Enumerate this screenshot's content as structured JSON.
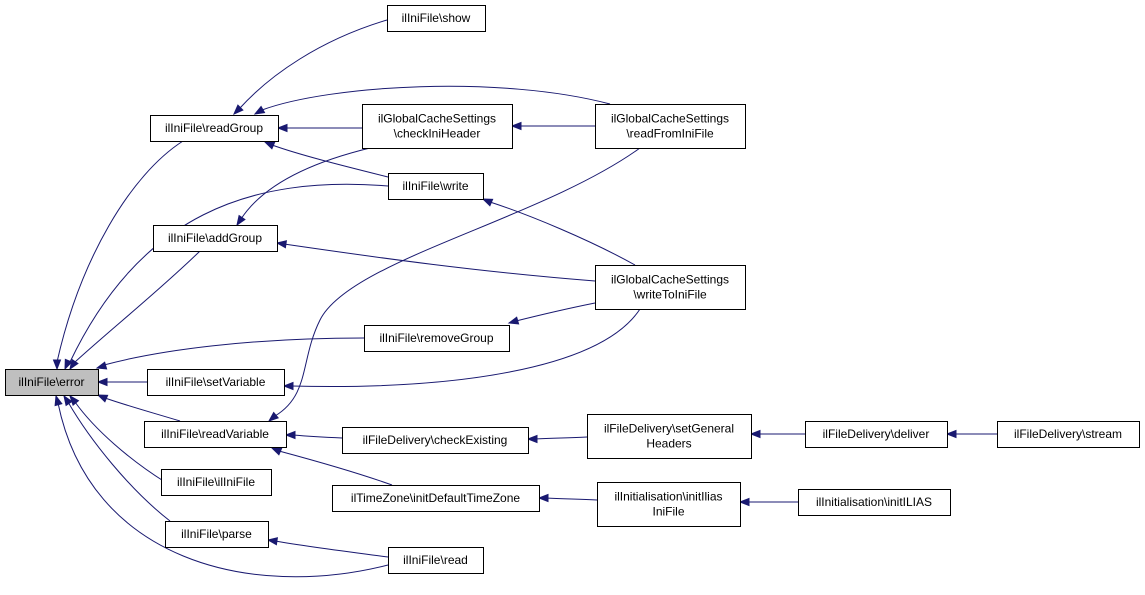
{
  "graph": {
    "edge_color": "#191970",
    "root_fill": "#bfbfbf",
    "nodes": [
      {
        "id": "error",
        "lines": [
          "ilIniFile\\error"
        ],
        "root": true
      },
      {
        "id": "show",
        "lines": [
          "ilIniFile\\show"
        ]
      },
      {
        "id": "readGroup",
        "lines": [
          "ilIniFile\\readGroup"
        ]
      },
      {
        "id": "checkIniHeader",
        "lines": [
          "ilGlobalCacheSettings",
          "\\checkIniHeader"
        ]
      },
      {
        "id": "readFromIniFile",
        "lines": [
          "ilGlobalCacheSettings",
          "\\readFromIniFile"
        ]
      },
      {
        "id": "write",
        "lines": [
          "ilIniFile\\write"
        ]
      },
      {
        "id": "addGroup",
        "lines": [
          "ilIniFile\\addGroup"
        ]
      },
      {
        "id": "writeToIniFile",
        "lines": [
          "ilGlobalCacheSettings",
          "\\writeToIniFile"
        ]
      },
      {
        "id": "removeGroup",
        "lines": [
          "ilIniFile\\removeGroup"
        ]
      },
      {
        "id": "setVariable",
        "lines": [
          "ilIniFile\\setVariable"
        ]
      },
      {
        "id": "readVariable",
        "lines": [
          "ilIniFile\\readVariable"
        ]
      },
      {
        "id": "checkExisting",
        "lines": [
          "ilFileDelivery\\checkExisting"
        ]
      },
      {
        "id": "setGeneralHeaders",
        "lines": [
          "ilFileDelivery\\setGeneral",
          "Headers"
        ]
      },
      {
        "id": "deliver",
        "lines": [
          "ilFileDelivery\\deliver"
        ]
      },
      {
        "id": "stream",
        "lines": [
          "ilFileDelivery\\stream"
        ]
      },
      {
        "id": "ilIniFileCtor",
        "lines": [
          "ilIniFile\\ilIniFile"
        ]
      },
      {
        "id": "initDefaultTimeZone",
        "lines": [
          "ilTimeZone\\initDefaultTimeZone"
        ]
      },
      {
        "id": "initIliasIniFile",
        "lines": [
          "ilInitialisation\\initIlias",
          "IniFile"
        ]
      },
      {
        "id": "initILIAS",
        "lines": [
          "ilInitialisation\\initILIAS"
        ]
      },
      {
        "id": "parse",
        "lines": [
          "ilIniFile\\parse"
        ]
      },
      {
        "id": "read",
        "lines": [
          "ilIniFile\\read"
        ]
      }
    ],
    "edges": [
      {
        "from": "readGroup",
        "to": "error"
      },
      {
        "from": "write",
        "to": "error"
      },
      {
        "from": "addGroup",
        "to": "error"
      },
      {
        "from": "removeGroup",
        "to": "error"
      },
      {
        "from": "setVariable",
        "to": "error"
      },
      {
        "from": "readVariable",
        "to": "error"
      },
      {
        "from": "ilIniFileCtor",
        "to": "error"
      },
      {
        "from": "parse",
        "to": "error"
      },
      {
        "from": "read",
        "to": "error"
      },
      {
        "from": "show",
        "to": "readGroup"
      },
      {
        "from": "checkIniHeader",
        "to": "readGroup"
      },
      {
        "from": "readFromIniFile",
        "to": "readGroup"
      },
      {
        "from": "write",
        "to": "readGroup"
      },
      {
        "from": "readFromIniFile",
        "to": "checkIniHeader"
      },
      {
        "from": "checkIniHeader",
        "to": "addGroup"
      },
      {
        "from": "writeToIniFile",
        "to": "write"
      },
      {
        "from": "writeToIniFile",
        "to": "addGroup"
      },
      {
        "from": "writeToIniFile",
        "to": "removeGroup"
      },
      {
        "from": "writeToIniFile",
        "to": "setVariable"
      },
      {
        "from": "readFromIniFile",
        "to": "readVariable"
      },
      {
        "from": "checkExisting",
        "to": "readVariable"
      },
      {
        "from": "initDefaultTimeZone",
        "to": "readVariable"
      },
      {
        "from": "setGeneralHeaders",
        "to": "checkExisting"
      },
      {
        "from": "deliver",
        "to": "setGeneralHeaders"
      },
      {
        "from": "stream",
        "to": "deliver"
      },
      {
        "from": "initIliasIniFile",
        "to": "initDefaultTimeZone"
      },
      {
        "from": "initILIAS",
        "to": "initIliasIniFile"
      },
      {
        "from": "read",
        "to": "parse"
      }
    ]
  }
}
